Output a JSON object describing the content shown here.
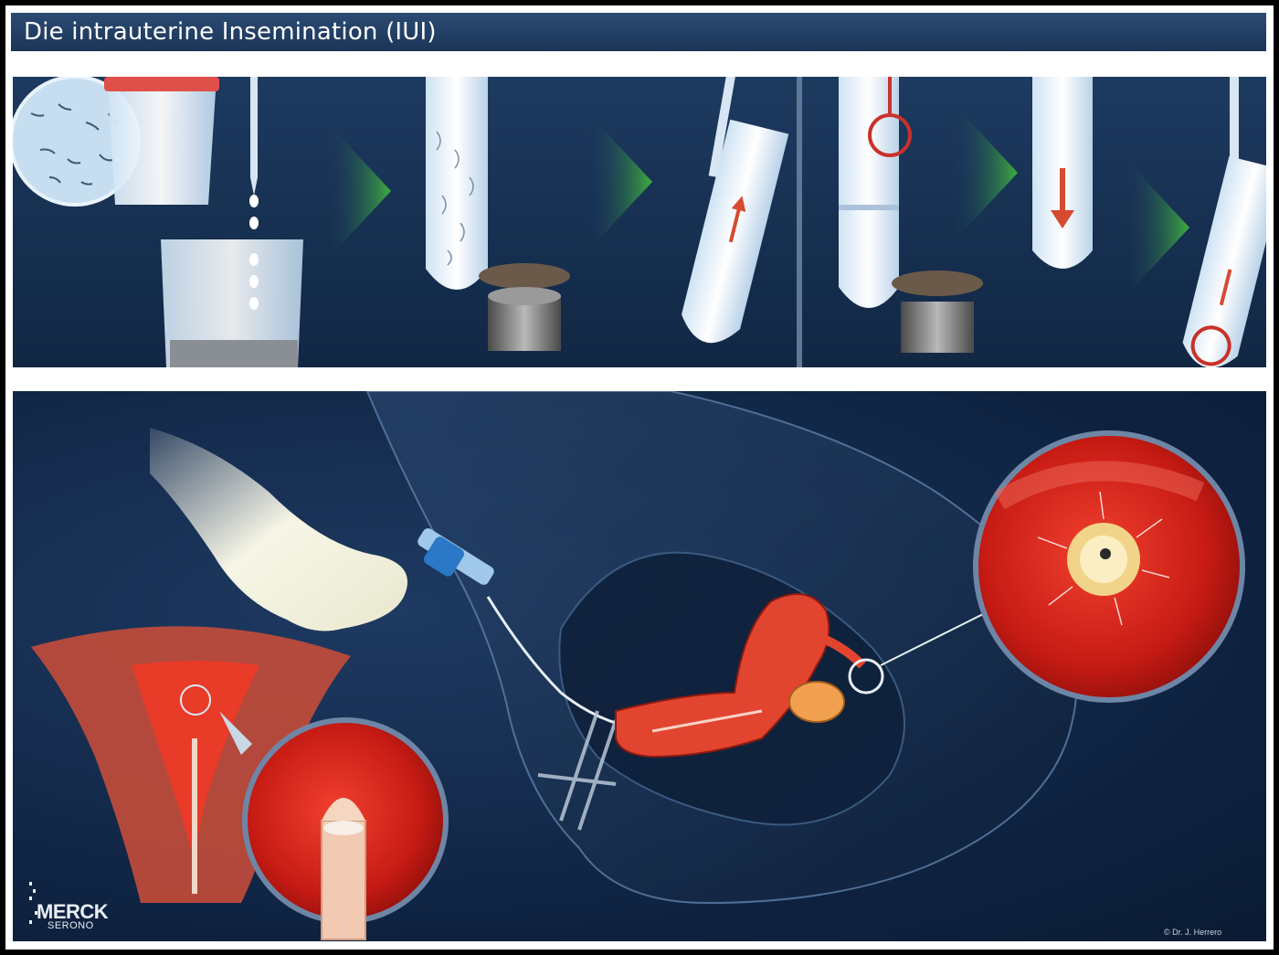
{
  "title": "Die intrauterine Insemination (IUI)",
  "logo": {
    "main": "MERCK",
    "sub": "SERONO"
  },
  "copyright": "© Dr. J. Herrero",
  "colors": {
    "panel_dark": "#112744",
    "title_bar": "#1a3558",
    "arrow_green": "#3fae3f",
    "tissue_red": "#d9261c",
    "highlight_circle": "#c9312a"
  },
  "icons": [
    "sperm-magnifier-icon",
    "specimen-cup-icon",
    "dropper-icon",
    "beaker-icon",
    "test-tube-icon",
    "centrifuge-icon",
    "pipette-icon",
    "process-arrow-icon",
    "gloved-hand-icon",
    "syringe-icon",
    "catheter-icon",
    "uterus-icon",
    "egg-cell-icon"
  ]
}
